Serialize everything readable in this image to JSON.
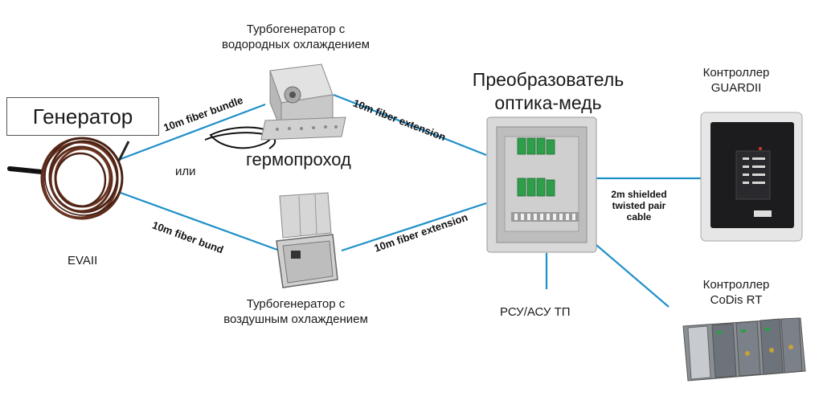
{
  "generator": {
    "label": "Генератор",
    "sensor_label": "EVAII"
  },
  "or_label": "или",
  "hydrogen_turbo": {
    "line1": "Турбогенератор с",
    "line2": "водородных охлаждением"
  },
  "air_turbo": {
    "line1": "Турбогенератор с",
    "line2": "воздушным охлаждением"
  },
  "feedthrough_label": "гермопроход",
  "converter": {
    "line1": "Преобразователь",
    "line2": "оптика-медь"
  },
  "guardii": {
    "line1": "Контроллер",
    "line2": "GUARDII"
  },
  "codis": {
    "line1": "Контроллер",
    "line2": "CoDis RT"
  },
  "rsu_label": "РСУ/АСУ ТП",
  "links": {
    "bundle_top": "10m fiber bundle",
    "bundle_bottom": "10m fiber bund",
    "ext_top": "10m fiber extension",
    "ext_bottom": "10m fiber extension",
    "twisted": {
      "line1": "2m shielded",
      "line2": "twisted pair",
      "line3": "cable"
    }
  },
  "colors": {
    "fiber_line": "#1e90c8",
    "cable_brown": "#5a2a1a",
    "panel_grey": "#d9d9d9",
    "dark_screen": "#1c1c1e",
    "green_module": "#2f9e4a"
  }
}
